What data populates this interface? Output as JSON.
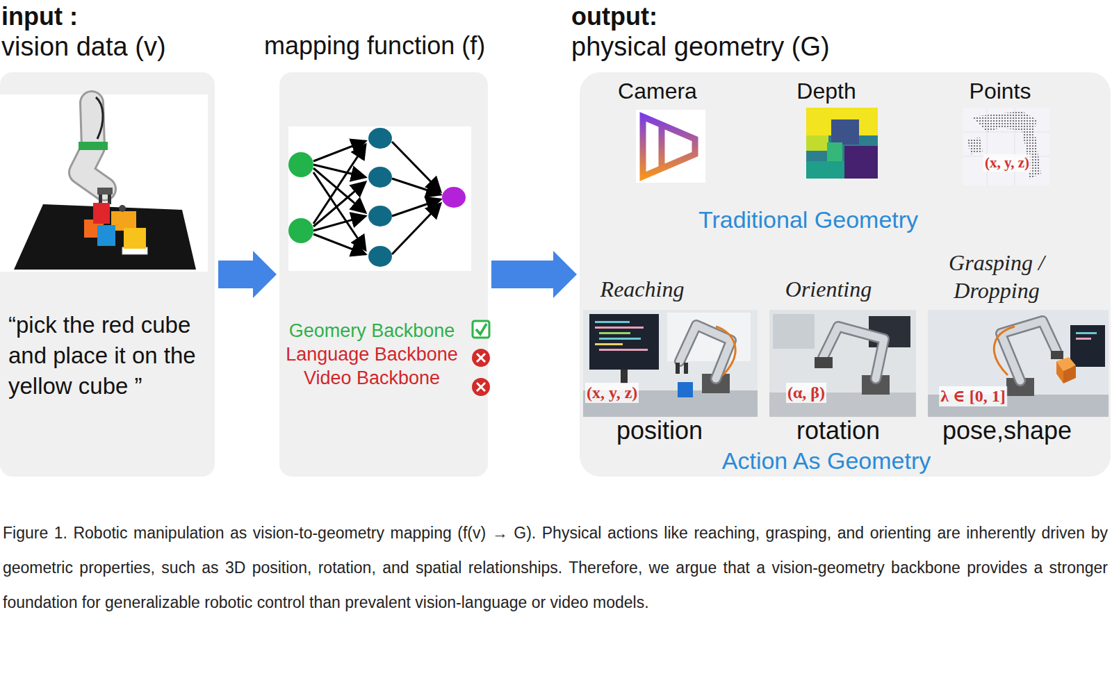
{
  "diagram": {
    "caption": "Figure 1. Robotic manipulation as vision-to-geometry mapping (f(v) → G). Physical actions like reaching, grasping, and orienting are inherently driven by geometric properties, such as 3D position, rotation, and spatial relationships. Therefore, we argue that a vision-geometry backbone provides a stronger foundation for generalizable robotic control than prevalent vision-language or video models.",
    "nodes": [
      {
        "text": [
          "input :",
          "vision data (v)",
          "“pick the red cube and place it on the yellow cube ”"
        ]
      },
      {
        "text": [
          "mapping function (f)",
          "Geomery Backbone",
          "Language Backbone",
          "Video Backbone"
        ]
      },
      {
        "text": [
          "output:",
          "physical geometry (G)",
          "Traditional Geometry",
          "Action As Geometry"
        ]
      }
    ],
    "edges": [
      {
        "from": 0,
        "to": 1,
        "arrow": "to"
      },
      {
        "from": 1,
        "to": 2,
        "arrow": "to"
      }
    ],
    "labels": [
      "Camera",
      "Depth",
      "Points",
      "(x, y, z)",
      "Reaching",
      "Orienting",
      "Grasping / Dropping",
      "(x, y, z)",
      "(α, β)",
      "λ ∈ [0, 1]",
      "position",
      "rotation",
      "pose,shape"
    ]
  }
}
